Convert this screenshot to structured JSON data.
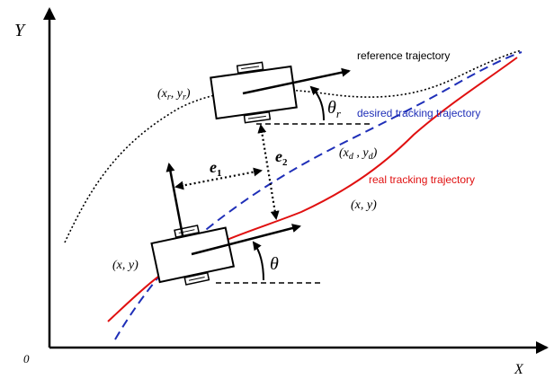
{
  "axes": {
    "y_label": "Y",
    "x_label": "X",
    "origin_label": "0"
  },
  "trajectories": {
    "reference": {
      "label": "reference trajectory",
      "color": "#000000"
    },
    "desired": {
      "label": "desired tracking trajectory",
      "color": "#1f2fb8"
    },
    "real": {
      "label": "real tracking trajectory",
      "color": "#e01010"
    }
  },
  "labels": {
    "ref_pose": {
      "open": "(",
      "x": "x",
      "x_sub": "r",
      "comma": ", ",
      "y": "y",
      "y_sub": "r",
      "close": ")"
    },
    "desired_pose": {
      "open": "(",
      "x": "x",
      "x_sub": "d",
      "comma": " , ",
      "y": "y",
      "y_sub": "d",
      "close": ")"
    },
    "real_pose": "(x, y)",
    "robot_pose": "(x, y)",
    "e1": {
      "base": "e",
      "sub": "1"
    },
    "e2": {
      "base": "e",
      "sub": "2"
    },
    "theta_r": {
      "base": "θ",
      "sub": "r"
    },
    "theta": "θ"
  }
}
